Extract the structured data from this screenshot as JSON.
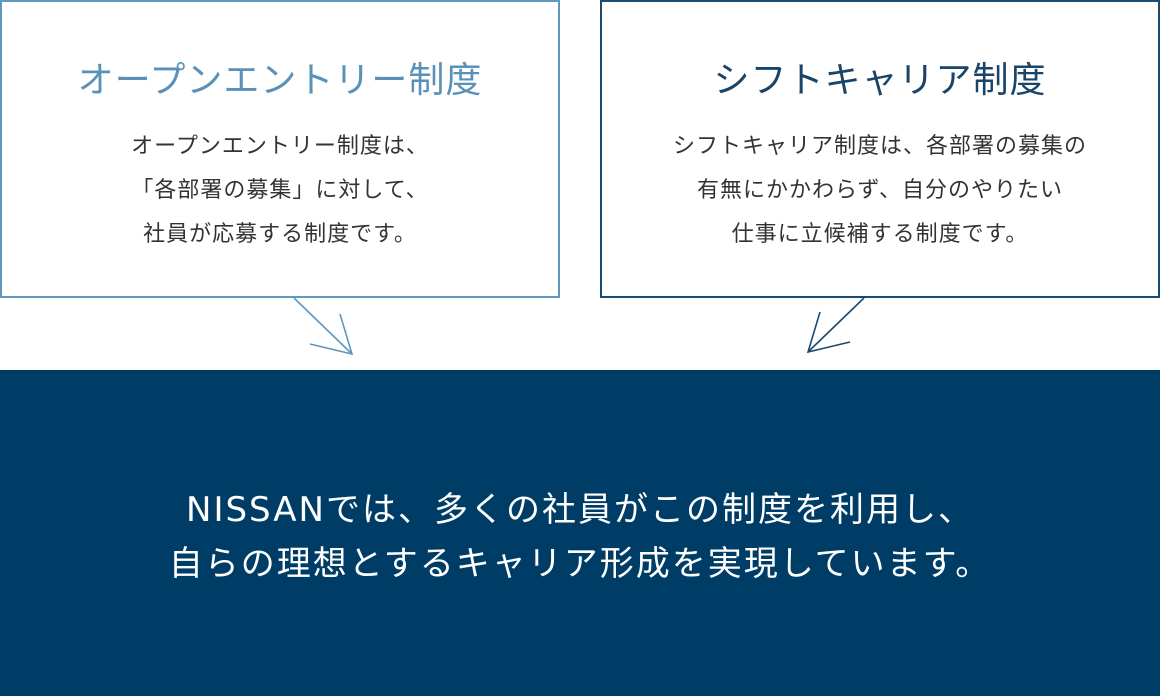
{
  "left_box": {
    "title": "オープンエントリー制度",
    "lines": [
      "オープンエントリー制度は、",
      "「各部署の募集」に対して、",
      "社員が応募する制度です。"
    ]
  },
  "right_box": {
    "title": "シフトキャリア制度",
    "lines": [
      "シフトキャリア制度は、各部署の募集の",
      "有無にかかわらず、自分のやりたい",
      "仕事に立候補する制度です。"
    ]
  },
  "banner": {
    "lines": [
      "NISSANでは、多くの社員がこの制度を利用し、",
      "自らの理想とするキャリア形成を実現しています。"
    ]
  },
  "colors": {
    "left_accent": "#5f97bd",
    "right_accent": "#1b4a70",
    "banner_bg": "#003d66"
  }
}
